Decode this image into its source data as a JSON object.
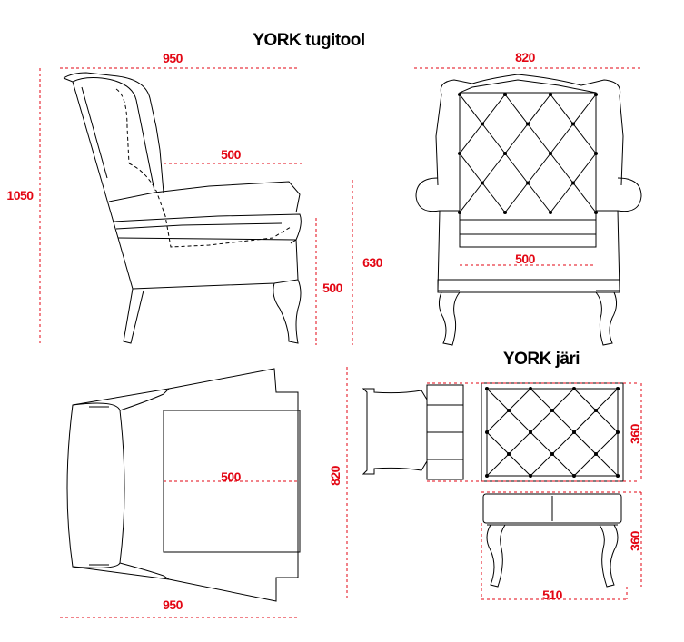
{
  "titles": {
    "armchair": "YORK tugitool",
    "footstool": "YORK  järi"
  },
  "dimensions": {
    "side_width": "950",
    "side_height": "1050",
    "side_seat_depth": "500",
    "side_seat_height": "500",
    "front_width": "820",
    "front_arm_height": "630",
    "front_seat_width": "500",
    "top_seat_depth": "500",
    "top_depth": "820",
    "top_width": "950",
    "stool_depth": "360",
    "stool_height": "360",
    "stool_width": "510"
  },
  "colors": {
    "dimension": "#e30613",
    "line": "#000000",
    "background": "#ffffff"
  }
}
